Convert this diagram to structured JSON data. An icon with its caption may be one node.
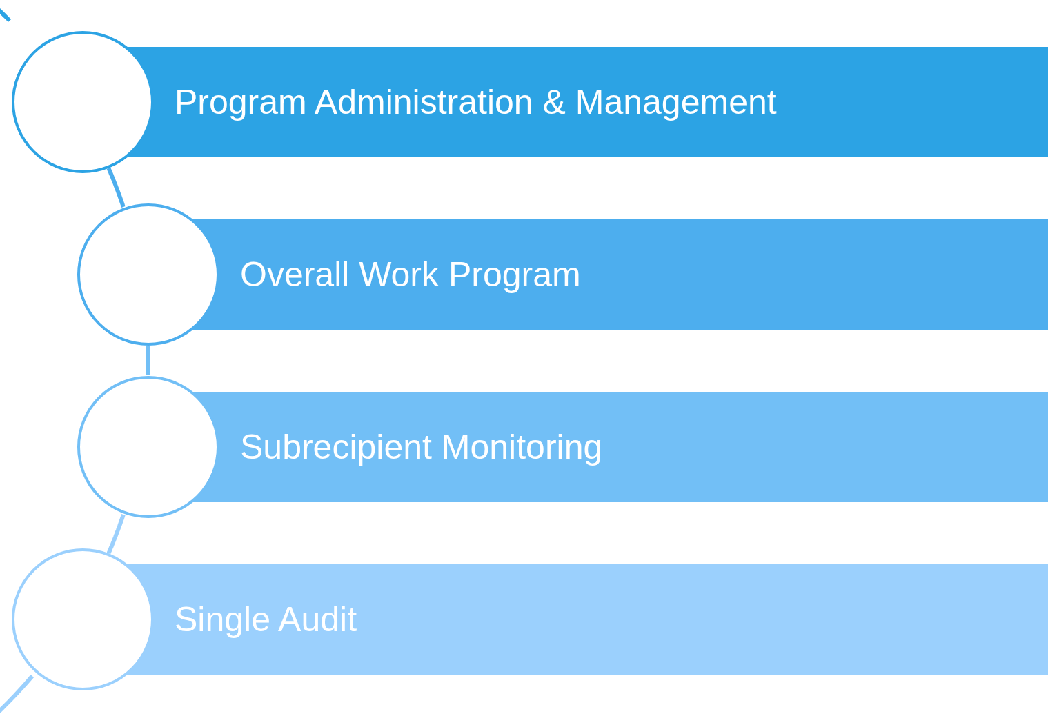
{
  "diagram": {
    "nodes": [
      {
        "text": [],
        "shape": "circle"
      },
      {
        "text": [
          "Program Administration & Management"
        ]
      },
      {
        "text": [],
        "shape": "circle"
      },
      {
        "text": [
          "Overall Work Program"
        ]
      },
      {
        "text": [],
        "shape": "circle"
      },
      {
        "text": [
          "Subrecipient Monitoring"
        ]
      },
      {
        "text": [],
        "shape": "circle"
      },
      {
        "text": [
          "Single Audit"
        ]
      }
    ],
    "edges": [
      {
        "from": 0,
        "to": 2,
        "arrow": "none"
      },
      {
        "from": 2,
        "to": 4,
        "arrow": "none"
      },
      {
        "from": 4,
        "to": 6,
        "arrow": "none"
      }
    ]
  }
}
